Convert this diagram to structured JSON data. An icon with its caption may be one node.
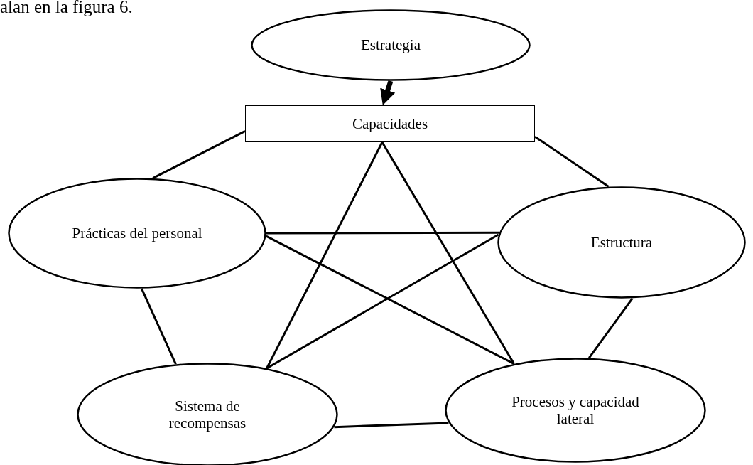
{
  "diagram": {
    "nodes": [
      {
        "text": [
          "Estrategia"
        ]
      },
      {
        "text": [
          "Capacidades"
        ]
      },
      {
        "text": [
          "Prácticas del personal"
        ]
      },
      {
        "text": [
          "Estructura"
        ]
      },
      {
        "text": [
          "Sistema de recompensas"
        ]
      },
      {
        "text": [
          "Procesos y capacidad lateral"
        ]
      }
    ],
    "edges": [
      {
        "from": 0,
        "to": 1,
        "arrow": "to",
        "style": "thick"
      },
      {
        "from": 1,
        "to": 2,
        "arrow": "none"
      },
      {
        "from": 1,
        "to": 3,
        "arrow": "none"
      },
      {
        "from": 1,
        "to": 4,
        "arrow": "none"
      },
      {
        "from": 1,
        "to": 5,
        "arrow": "none"
      },
      {
        "from": 2,
        "to": 3,
        "arrow": "none"
      },
      {
        "from": 2,
        "to": 4,
        "arrow": "none"
      },
      {
        "from": 2,
        "to": 5,
        "arrow": "none"
      },
      {
        "from": 3,
        "to": 4,
        "arrow": "none"
      },
      {
        "from": 3,
        "to": 5,
        "arrow": "none"
      },
      {
        "from": 4,
        "to": 5,
        "arrow": "none"
      }
    ],
    "labels": [
      "alan en la figura 6."
    ]
  }
}
